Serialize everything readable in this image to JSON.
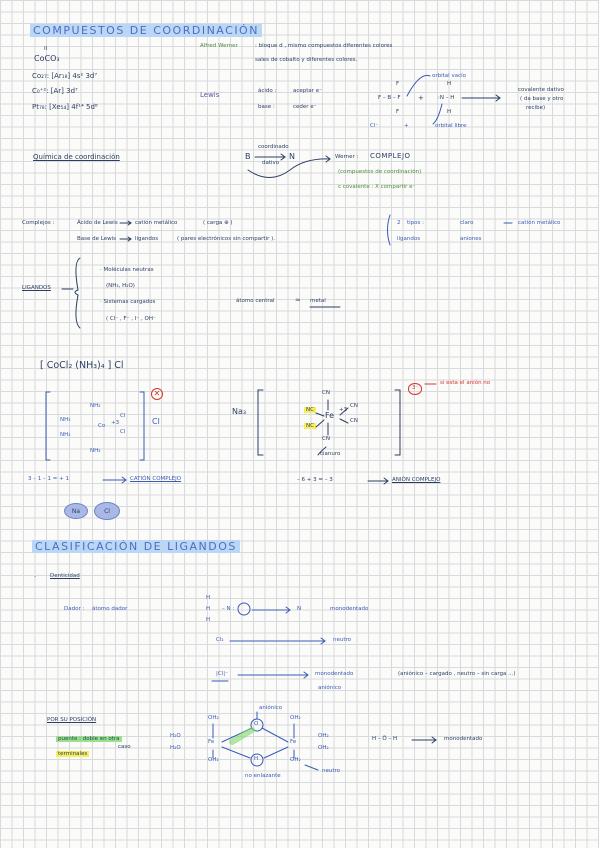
{
  "s1": {
    "title": "COMPUESTOS DE COORDINACIÓN",
    "co_ii": "II",
    "coco3": "CoCO₃",
    "co_conf": "Co₂₇: [Ar₁₈] 4s² 3d⁷",
    "co2_conf": "C₀⁺²: [Ar] 3d⁷",
    "pt_conf": "Pt₇₈: [Xe₅₄] 4f¹⁴ 5d⁸",
    "werner_name": "Alfred Werner",
    "werner_text1": ": bloque d , mismo compuestos diferentes colores",
    "werner_text2": "sales de cobalto y diferentes colores.",
    "lewis": "Lewis",
    "acido": "ácido :",
    "acido_def": "aceptar e⁻",
    "base": "base :",
    "base_def": "ceder e⁻",
    "bf3": "F – B – F",
    "bf3_f": "F",
    "bf3_f2": "F",
    "plus": "+",
    "nh3": ":N – H",
    "nh3_h": "H",
    "nh3_h2": "H",
    "orbital_vacio": "orbital vacío",
    "orbital_libre": "orbital libre",
    "cl_minus": "Cl⁻",
    "covalente": "covalente dativo",
    "covalente2": "( da base y otro",
    "covalente3": "recibe)"
  },
  "s2": {
    "quimica": "Química de coordinación",
    "b": "B",
    "coord": "coordinado",
    "dativo": "dativo",
    "n": "N",
    "werner": "Werner :",
    "complejo": "COMPLEJO",
    "compuestos_coord": "(compuestos de coordinación)",
    "c_covalente": "c covalente : X compartir e⁻"
  },
  "s3": {
    "complejos": "Complejos :",
    "acido_lewis": "Ácido de Lewis",
    "cation_metalico": "catión metálico",
    "carga": "( carga ⊕ )",
    "base_lewis": "Base de Lewis",
    "ligandos": "ligandos",
    "par": "( pares electrónicos sin compartir ).",
    "n2": "2",
    "tipos": "tipos :",
    "claro": "claro",
    "cation_met2": "catión metálico",
    "ligandos2": "ligandos",
    "aniones": "aniones"
  },
  "s4": {
    "ligandos_label": "LIGANDOS",
    "moleculas": "Moléculas neutras",
    "mol_ex": "(NH₃, H₂O)",
    "sistemas": "Sistemas cargados",
    "sis_ex": "( Cl⁻ , F⁻ , I⁻ , OH⁻",
    "atomo": "átomo central",
    "metal": "metal",
    "approx": "≃"
  },
  "s5": {
    "formula": "[ CoCl₂ (NH₃)₄ ] Cl",
    "nh3a": "NH₃",
    "nh3b": "NH₃",
    "nh3c": "NH₃",
    "nh3d": "NH₃",
    "co": "Co",
    "co_ox": "+3",
    "cl1": "Cl",
    "cl2": "Cl",
    "cl_out": "Cl",
    "x_mark": "✕",
    "na3": "Na₃",
    "cn1": "CN",
    "cn2": "CN",
    "cn3": "CN",
    "cn4": "CN",
    "nc1": "NC",
    "nc2": "NC",
    "fe": "Fe",
    "fe_ox": "+3",
    "cianuro": "cianuro",
    "charge3": "3⁻",
    "si_anion": "si esta el anión no",
    "calc1": "3 – 1 – 1 = + 1",
    "cation_complejo": "CATIÓN COMPLEJO",
    "calc2": "– 6 + 3 = – 3",
    "anion_complejo": "ANIÓN COMPLEJO",
    "na_bubble": "Na",
    "cl_bubble": "Cl"
  },
  "s6": {
    "title": "CLASIFICACIÓN DE LIGANDOS",
    "denticidad": "Denticidad",
    "dador_label": "Dador :",
    "dador_def": "átomo dador",
    "h": "H",
    "n_atom": "– N :",
    "n_result": "N",
    "monodentado1": "monodentado",
    "cl_neutro": "Cl₂",
    "neutro": "neutro",
    "cl_ion": "|Cl|⁻",
    "monodentado2": "monodentado",
    "anionico": "aniónico",
    "note": "(aniónico – cargado , neutro – sin carga ...)",
    "por_posicion": "POR SU POSICIÓN",
    "puente": "puente : doble en otra",
    "caso": "caso",
    "terminales": "terminales",
    "oh2a": "OH₂",
    "oh2b": "OH₂",
    "oh2c": "OH₂",
    "oh2d": "OH₂",
    "oh2e": "OH₂",
    "h2o1": "H₂O",
    "h2o2": "H₂O",
    "fe1": "Fe",
    "fe2": "Fe",
    "o": "O",
    "h_circle": "H",
    "anionico2": "aniónico",
    "no_enlazante": "no enlazante",
    "neutro2": "neutro",
    "water": "H – Ö – H",
    "monodentado3": "monodentado"
  }
}
